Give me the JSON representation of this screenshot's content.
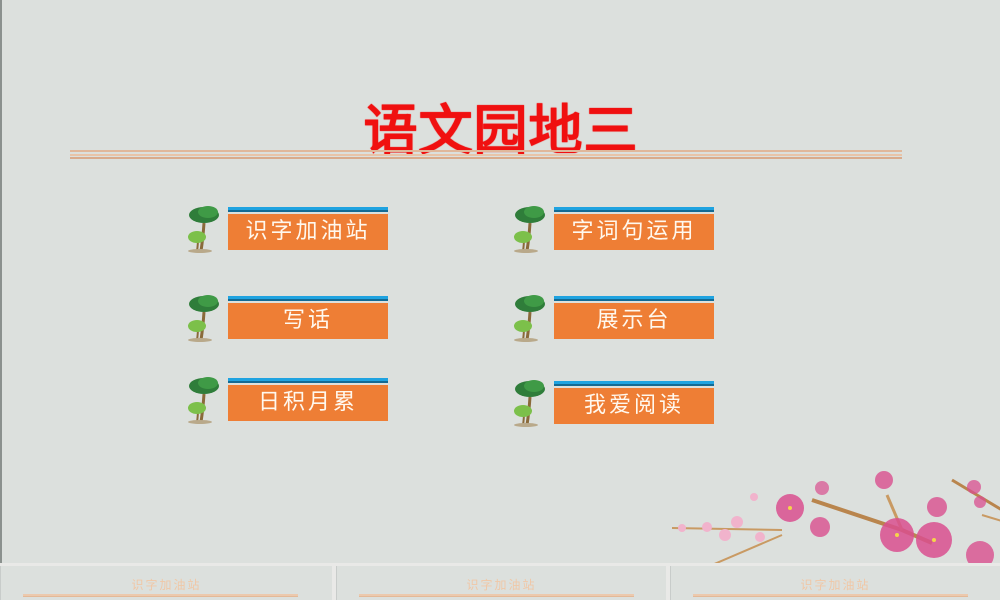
{
  "slide": {
    "title": "语文园地三",
    "colors": {
      "title": "#f01010",
      "bar_orange": "#ee7e35",
      "bar_blue": "#1fa3e0",
      "background": "#dce0dd",
      "divider": "#e0b79a"
    },
    "menu": [
      {
        "label": "识字加油站",
        "icon": "palm-tree-icon"
      },
      {
        "label": "字词句运用",
        "icon": "palm-tree-icon"
      },
      {
        "label": "写话",
        "icon": "palm-tree-icon"
      },
      {
        "label": "展示台",
        "icon": "palm-tree-icon"
      },
      {
        "label": "日积月累",
        "icon": "palm-tree-icon"
      },
      {
        "label": "我爱阅读",
        "icon": "palm-tree-icon"
      }
    ],
    "decoration": "plum-blossom-branch"
  },
  "thumbnails": [
    {
      "title": "识字加油站"
    },
    {
      "title": "识字加油站"
    },
    {
      "title": "识字加油站"
    }
  ]
}
